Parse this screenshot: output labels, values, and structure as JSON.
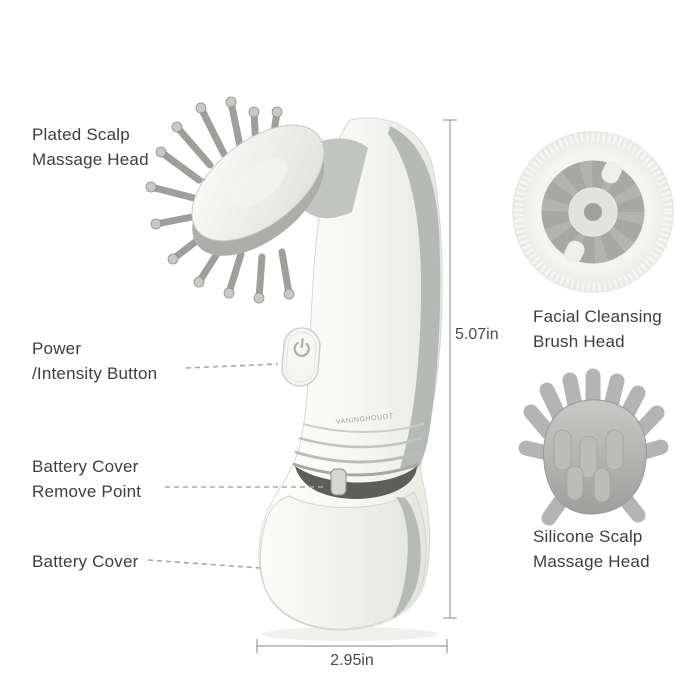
{
  "callouts": {
    "plated_head": {
      "line1": "Plated Scalp",
      "line2": "Massage Head"
    },
    "power_button": {
      "line1": "Power",
      "line2": "/Intensity Button"
    },
    "battery_remove": {
      "line1": "Battery Cover",
      "line2": "Remove Point"
    },
    "battery_cover": {
      "line1": "Battery Cover"
    }
  },
  "attachments": {
    "facial_brush": {
      "line1": "Facial Cleansing",
      "line2": "Brush Head"
    },
    "silicone_head": {
      "line1": "Silicone Scalp",
      "line2": "Massage Head"
    }
  },
  "dimensions": {
    "height_label": "5.07in",
    "width_label": "2.95in"
  },
  "device": {
    "brand_text": "VANINGHOUOT"
  },
  "colors": {
    "text": "#3e3e3e",
    "leader_line": "#a8a8a8",
    "dimension_line": "#9c9c9c",
    "device_gray_accent": "#b6bab7",
    "pin_metal": "#9e9e9a",
    "silicone_gray": "#b4b4b2"
  }
}
